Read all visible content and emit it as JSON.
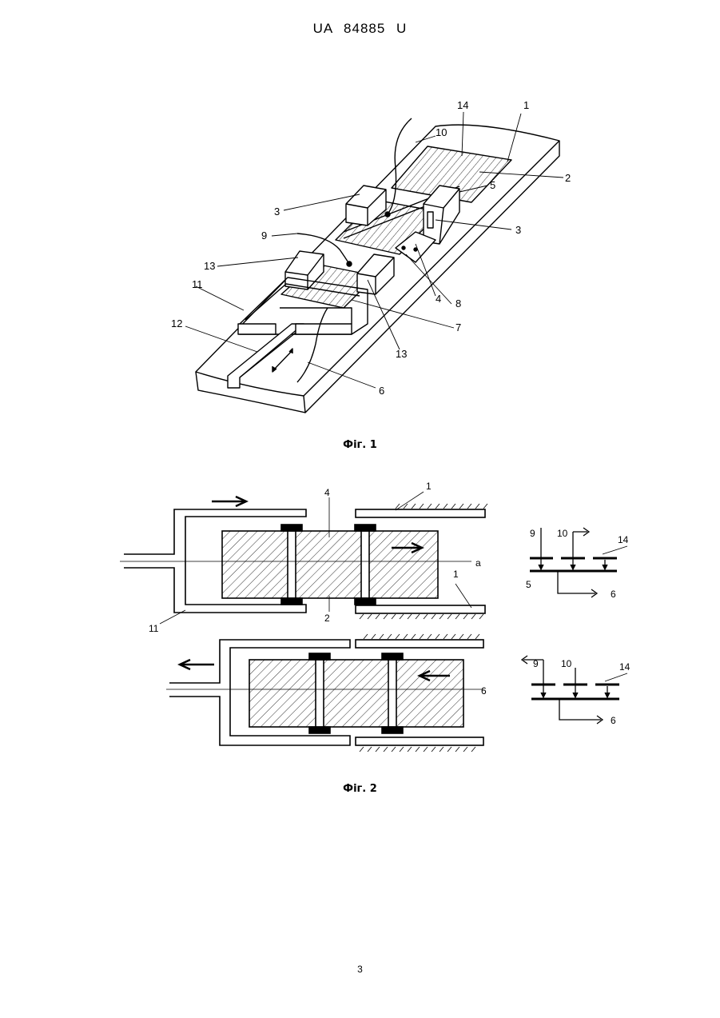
{
  "header": {
    "doc_number": "UA   84885   U"
  },
  "figure1": {
    "caption": "Фіг. 1",
    "labels": {
      "l1": "1",
      "l2": "2",
      "l3a": "3",
      "l3b": "3",
      "l4": "4",
      "l5": "5",
      "l6": "6",
      "l7": "7",
      "l8": "8",
      "l9": "9",
      "l10": "10",
      "l11": "11",
      "l12": "12",
      "l13a": "13",
      "l13b": "13",
      "l14": "14"
    }
  },
  "figure2": {
    "caption": "Фіг. 2",
    "top": {
      "l1a": "1",
      "l1b": "1",
      "l2": "2",
      "l4": "4",
      "la": "a",
      "l11": "11"
    },
    "bottom": {
      "l6": "6"
    },
    "schema_top": {
      "l9": "9",
      "l10": "10",
      "l14": "14",
      "l5": "5",
      "l6": "6"
    },
    "schema_bottom": {
      "l9": "9",
      "l10": "10",
      "l14": "14",
      "l6": "6"
    }
  },
  "footer": {
    "page_number": "3"
  }
}
